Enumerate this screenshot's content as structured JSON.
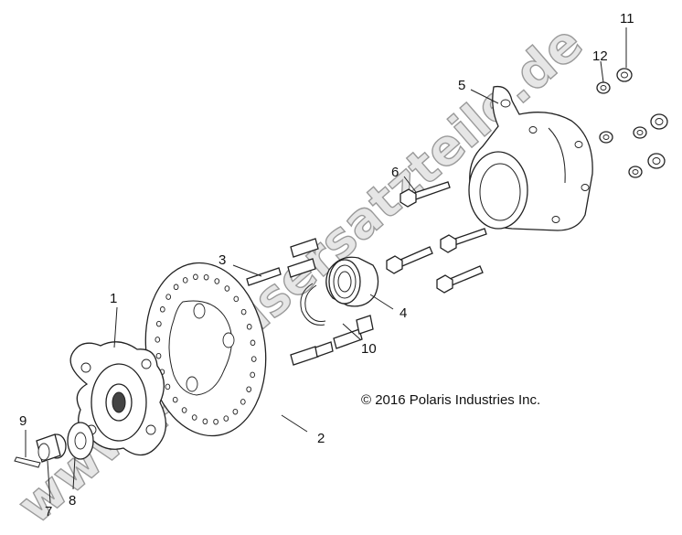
{
  "copyright": "© 2016 Polaris Industries Inc.",
  "watermark": "www.polarisersatzteile.de",
  "callouts": [
    {
      "id": "c1",
      "label": "1",
      "part": "hub"
    },
    {
      "id": "c2",
      "label": "2",
      "part": "brake-disc"
    },
    {
      "id": "c3",
      "label": "3",
      "part": "wheel-stud"
    },
    {
      "id": "c4",
      "label": "4",
      "part": "bearing"
    },
    {
      "id": "c5",
      "label": "5",
      "part": "bearing-carrier"
    },
    {
      "id": "c6",
      "label": "6",
      "part": "flange-bolt"
    },
    {
      "id": "c7",
      "label": "7",
      "part": "castle-nut"
    },
    {
      "id": "c8",
      "label": "8",
      "part": "washer"
    },
    {
      "id": "c9",
      "label": "9",
      "part": "cotter-pin"
    },
    {
      "id": "c10",
      "label": "10",
      "part": "retaining-ring"
    },
    {
      "id": "c11",
      "label": "11",
      "part": "flange-nut"
    },
    {
      "id": "c12",
      "label": "12",
      "part": "small-washer"
    }
  ],
  "colors": {
    "line": "#222222",
    "watermark_fill": "#e6e6e6",
    "watermark_stroke": "#9a9a9a"
  }
}
